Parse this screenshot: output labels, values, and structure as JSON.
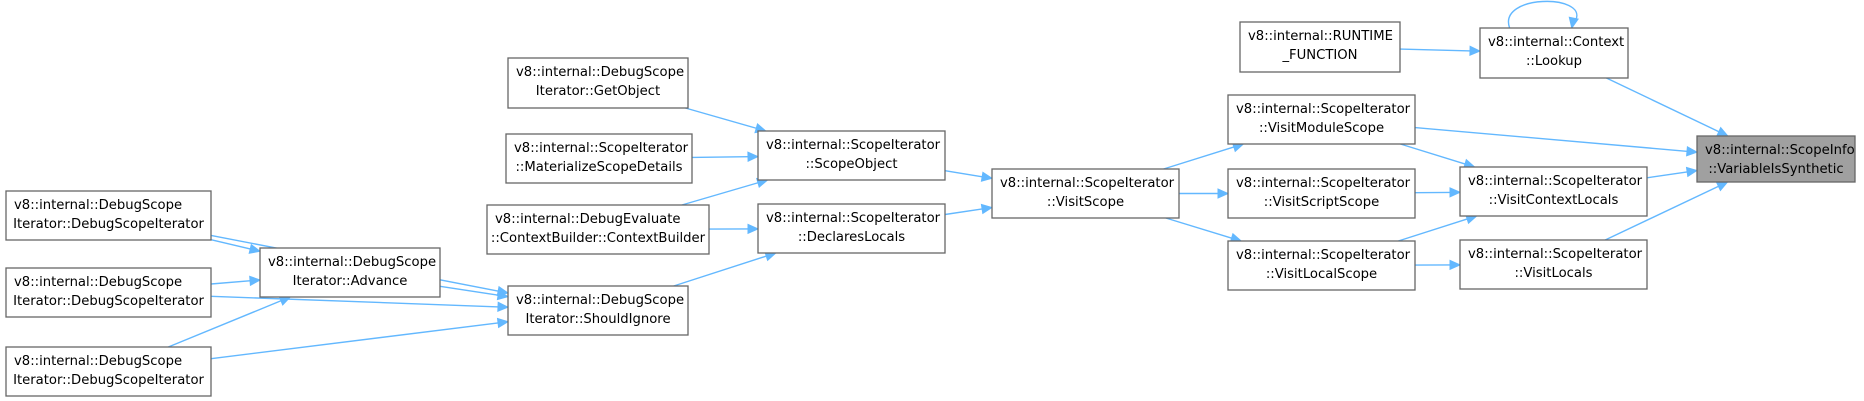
{
  "graph": {
    "colors": {
      "edge": "#63b8ff",
      "node_border": "#666666",
      "root_fill": "#a0a0a0",
      "node_fill": "#ffffff"
    },
    "nodes": [
      {
        "id": "VariableIsSynthetic",
        "lines": [
          "v8::internal::ScopeInfo",
          "::VariableIsSynthetic"
        ],
        "root": true
      },
      {
        "id": "ContextLookup",
        "lines": [
          "v8::internal::Context",
          "::Lookup"
        ]
      },
      {
        "id": "RuntimeFunction",
        "lines": [
          "v8::internal::RUNTIME",
          "_FUNCTION"
        ]
      },
      {
        "id": "VisitModuleScope",
        "lines": [
          "v8::internal::ScopeIterator",
          "::VisitModuleScope"
        ]
      },
      {
        "id": "VisitContextLocals",
        "lines": [
          "v8::internal::ScopeIterator",
          "::VisitContextLocals"
        ]
      },
      {
        "id": "VisitLocals",
        "lines": [
          "v8::internal::ScopeIterator",
          "::VisitLocals"
        ]
      },
      {
        "id": "VisitScriptScope",
        "lines": [
          "v8::internal::ScopeIterator",
          "::VisitScriptScope"
        ]
      },
      {
        "id": "VisitLocalScope",
        "lines": [
          "v8::internal::ScopeIterator",
          "::VisitLocalScope"
        ]
      },
      {
        "id": "VisitScope",
        "lines": [
          "v8::internal::ScopeIterator",
          "::VisitScope"
        ]
      },
      {
        "id": "ScopeObject",
        "lines": [
          "v8::internal::ScopeIterator",
          "::ScopeObject"
        ]
      },
      {
        "id": "DeclaresLocals",
        "lines": [
          "v8::internal::ScopeIterator",
          "::DeclaresLocals"
        ]
      },
      {
        "id": "GetObject",
        "lines": [
          "v8::internal::DebugScope",
          "Iterator::GetObject"
        ]
      },
      {
        "id": "MaterializeScopeDetails",
        "lines": [
          "v8::internal::ScopeIterator",
          "::MaterializeScopeDetails"
        ]
      },
      {
        "id": "ContextBuilder",
        "lines": [
          "v8::internal::DebugEvaluate",
          "::ContextBuilder::ContextBuilder"
        ]
      },
      {
        "id": "ShouldIgnore",
        "lines": [
          "v8::internal::DebugScope",
          "Iterator::ShouldIgnore"
        ]
      },
      {
        "id": "Advance",
        "lines": [
          "v8::internal::DebugScope",
          "Iterator::Advance"
        ]
      },
      {
        "id": "DSI1",
        "lines": [
          "v8::internal::DebugScope",
          "Iterator::DebugScopeIterator"
        ]
      },
      {
        "id": "DSI2",
        "lines": [
          "v8::internal::DebugScope",
          "Iterator::DebugScopeIterator"
        ]
      },
      {
        "id": "DSI3",
        "lines": [
          "v8::internal::DebugScope",
          "Iterator::DebugScopeIterator"
        ]
      }
    ],
    "edges": [
      {
        "from": "ContextLookup",
        "to": "VariableIsSynthetic"
      },
      {
        "from": "ContextLookup",
        "to": "ContextLookup"
      },
      {
        "from": "RuntimeFunction",
        "to": "ContextLookup"
      },
      {
        "from": "VisitModuleScope",
        "to": "VariableIsSynthetic"
      },
      {
        "from": "VisitContextLocals",
        "to": "VariableIsSynthetic"
      },
      {
        "from": "VisitLocals",
        "to": "VariableIsSynthetic"
      },
      {
        "from": "VisitModuleScope",
        "to": "VisitContextLocals"
      },
      {
        "from": "VisitScriptScope",
        "to": "VisitContextLocals"
      },
      {
        "from": "VisitLocalScope",
        "to": "VisitContextLocals"
      },
      {
        "from": "VisitLocalScope",
        "to": "VisitLocals"
      },
      {
        "from": "VisitScope",
        "to": "VisitModuleScope"
      },
      {
        "from": "VisitScope",
        "to": "VisitScriptScope"
      },
      {
        "from": "VisitScope",
        "to": "VisitLocalScope"
      },
      {
        "from": "ScopeObject",
        "to": "VisitScope"
      },
      {
        "from": "DeclaresLocals",
        "to": "VisitScope"
      },
      {
        "from": "GetObject",
        "to": "ScopeObject"
      },
      {
        "from": "MaterializeScopeDetails",
        "to": "ScopeObject"
      },
      {
        "from": "ContextBuilder",
        "to": "ScopeObject"
      },
      {
        "from": "ContextBuilder",
        "to": "DeclaresLocals"
      },
      {
        "from": "ShouldIgnore",
        "to": "DeclaresLocals"
      },
      {
        "from": "Advance",
        "to": "ShouldIgnore"
      },
      {
        "from": "DSI1",
        "to": "ShouldIgnore"
      },
      {
        "from": "DSI1",
        "to": "Advance"
      },
      {
        "from": "DSI2",
        "to": "Advance"
      },
      {
        "from": "DSI2",
        "to": "ShouldIgnore"
      },
      {
        "from": "DSI3",
        "to": "Advance"
      },
      {
        "from": "DSI3",
        "to": "ShouldIgnore"
      }
    ]
  }
}
